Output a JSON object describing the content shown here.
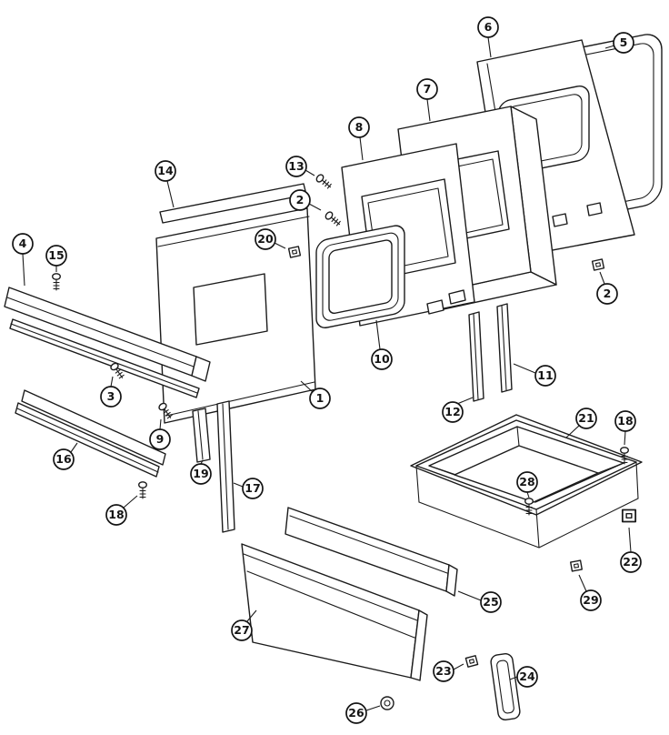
{
  "colors": {
    "line": "#1b1b1b",
    "background": "#ffffff"
  },
  "diagram": {
    "callouts": [
      {
        "label": "6"
      },
      {
        "label": "5"
      },
      {
        "label": "7"
      },
      {
        "label": "8"
      },
      {
        "label": "13"
      },
      {
        "label": "14"
      },
      {
        "label": "2"
      },
      {
        "label": "20"
      },
      {
        "label": "4"
      },
      {
        "label": "15"
      },
      {
        "label": "2"
      },
      {
        "label": "10"
      },
      {
        "label": "11"
      },
      {
        "label": "3"
      },
      {
        "label": "1"
      },
      {
        "label": "12"
      },
      {
        "label": "9"
      },
      {
        "label": "16"
      },
      {
        "label": "21"
      },
      {
        "label": "18"
      },
      {
        "label": "19"
      },
      {
        "label": "17"
      },
      {
        "label": "28"
      },
      {
        "label": "18"
      },
      {
        "label": "22"
      },
      {
        "label": "25"
      },
      {
        "label": "29"
      },
      {
        "label": "27"
      },
      {
        "label": "23"
      },
      {
        "label": "24"
      },
      {
        "label": "26"
      }
    ]
  }
}
